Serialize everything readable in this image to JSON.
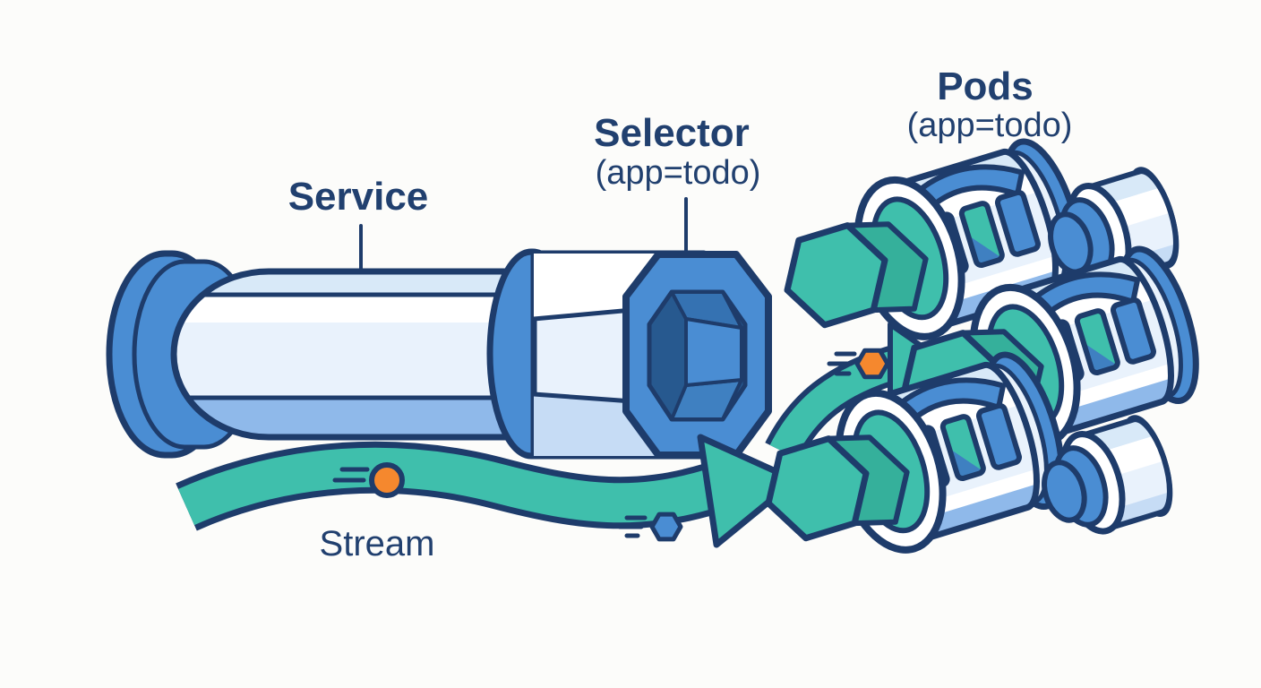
{
  "diagram": {
    "labels": {
      "service": "Service",
      "selector": "Selector",
      "selector_sub": "(app=todo)",
      "pods": "Pods",
      "pods_sub": "(app=todo)",
      "stream": "Stream"
    },
    "colors": {
      "navy": "#1e3c6b",
      "text": "#21406f",
      "blue": "#4a8dd3",
      "bluedark": "#27598f",
      "bluewall": "#3572b2",
      "bluefoot": "#3f80c1",
      "bluemid": "#8fb9ea",
      "bluesoft": "#c6dcf5",
      "pale": "#e9f2fc",
      "light": "#d8e9f8",
      "white": "#ffffff",
      "teal": "#3fbfac",
      "tealdark": "#2ba18d",
      "tealmid": "#35b09b",
      "orange": "#f5882e",
      "bg": "#fcfcfa"
    },
    "shapes": {
      "pods_count": 3,
      "small_cylinders_count": 2,
      "stream_particles": [
        "orange-circle",
        "blue-hexagon"
      ],
      "flow_particle": "orange-hexagon"
    }
  }
}
